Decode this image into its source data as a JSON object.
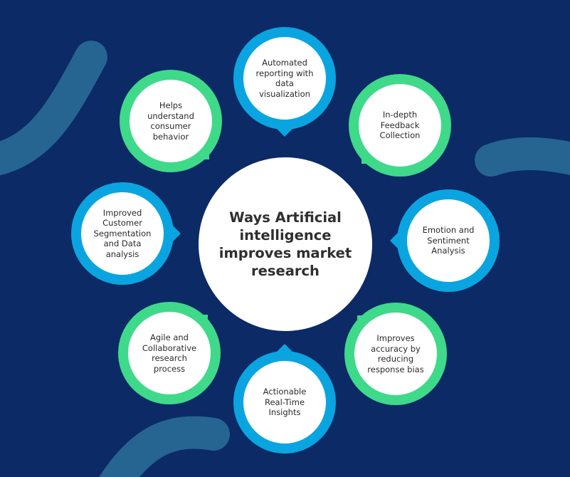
{
  "title": "Ways Artificial intelligence improves market research",
  "colors": {
    "background": "#0b2a66",
    "blue_ring": "#0aa5e0",
    "green_ring": "#3fd98a",
    "decor": "#2c6f9a",
    "text": "#2b2b2b"
  },
  "items": [
    {
      "label": "Automated reporting with data visualization",
      "ring": "blue"
    },
    {
      "label": "In-depth Feedback Collection",
      "ring": "green"
    },
    {
      "label": "Emotion and Sentiment Analysis",
      "ring": "blue"
    },
    {
      "label": "Improves accuracy by reducing response bias",
      "ring": "green"
    },
    {
      "label": "Actionable Real-Time Insights",
      "ring": "blue"
    },
    {
      "label": "Agile and Collaborative research process",
      "ring": "green"
    },
    {
      "label": "Improved Customer Segmentation and Data analysis",
      "ring": "blue"
    },
    {
      "label": "Helps understand consumer behavior",
      "ring": "green"
    }
  ]
}
